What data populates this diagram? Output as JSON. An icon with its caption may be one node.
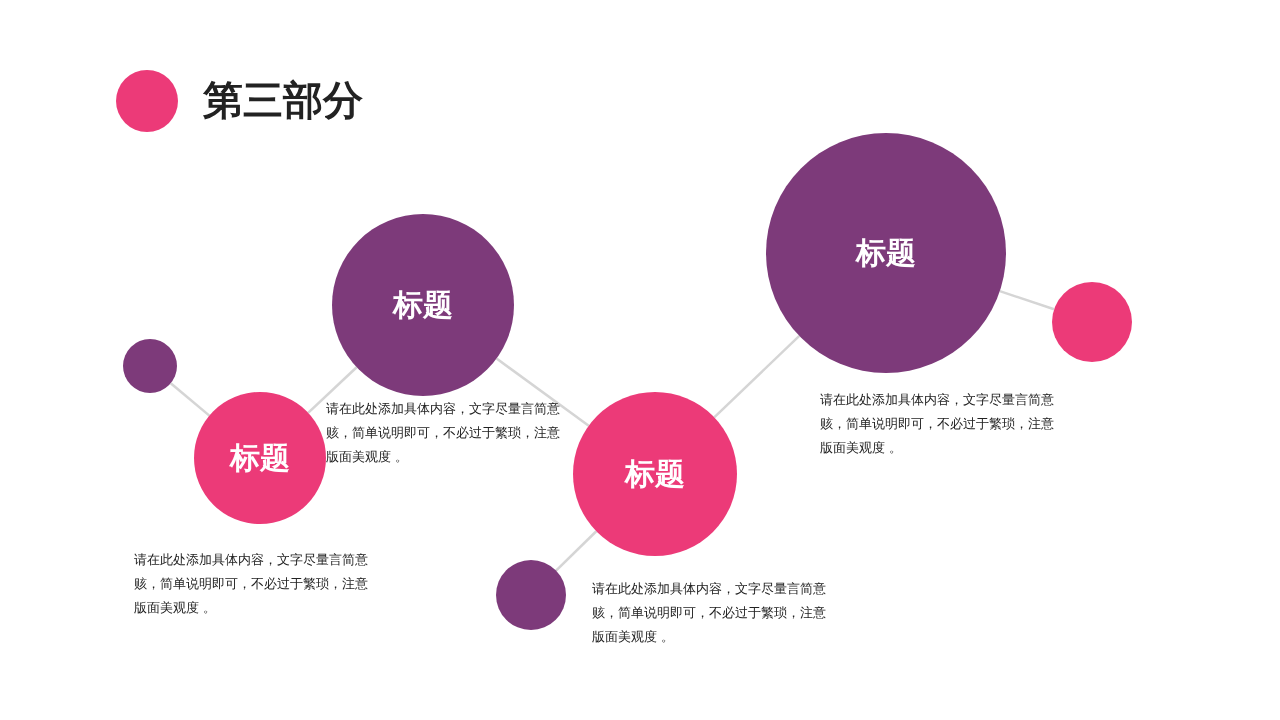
{
  "diagram": {
    "title": "第三部分",
    "nodes": [
      {
        "text": [],
        "shape": "circle"
      },
      {
        "text": [
          "标题"
        ],
        "beside": [
          "请在此处添加具体内容，文字尽量言简意赅，简单说明即可，不必过于繁琐，注意版面美观度 。"
        ]
      },
      {
        "text": [
          "标题"
        ],
        "beside": [
          "请在此处添加具体内容，文字尽量言简意赅，简单说明即可，不必过于繁琐，注意版面美观度 。"
        ]
      },
      {
        "text": [],
        "shape": "circle"
      },
      {
        "text": [
          "标题"
        ],
        "beside": [
          "请在此处添加具体内容，文字尽量言简意赅，简单说明即可，不必过于繁琐，注意版面美观度 。"
        ]
      },
      {
        "text": [
          "标题"
        ],
        "beside": [
          "请在此处添加具体内容，文字尽量言简意赅，简单说明即可，不必过于繁琐，注意版面美观度 。"
        ]
      },
      {
        "text": [],
        "shape": "circle"
      }
    ],
    "edges": [
      {
        "from": 0,
        "to": 1,
        "arrow": "none"
      },
      {
        "from": 1,
        "to": 2,
        "arrow": "none"
      },
      {
        "from": 2,
        "to": 4,
        "arrow": "none"
      },
      {
        "from": 4,
        "to": 3,
        "arrow": "none"
      },
      {
        "from": 4,
        "to": 5,
        "arrow": "none"
      },
      {
        "from": 5,
        "to": 6,
        "arrow": "none"
      }
    ]
  }
}
